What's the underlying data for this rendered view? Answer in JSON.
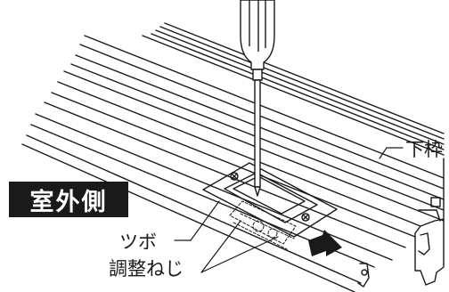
{
  "labels": {
    "lower_frame": "下枠",
    "tsubo": "ツボ",
    "adjust_screw": "調整ねじ"
  },
  "badge": {
    "outdoor_side": "室外側"
  },
  "icons": {
    "screwdriver": "screwdriver-icon",
    "arrow": "arrow-right-icon"
  },
  "colors": {
    "ink": "#1a1a1a",
    "badge_bg": "#1a1a1a",
    "badge_text": "#ffffff"
  }
}
